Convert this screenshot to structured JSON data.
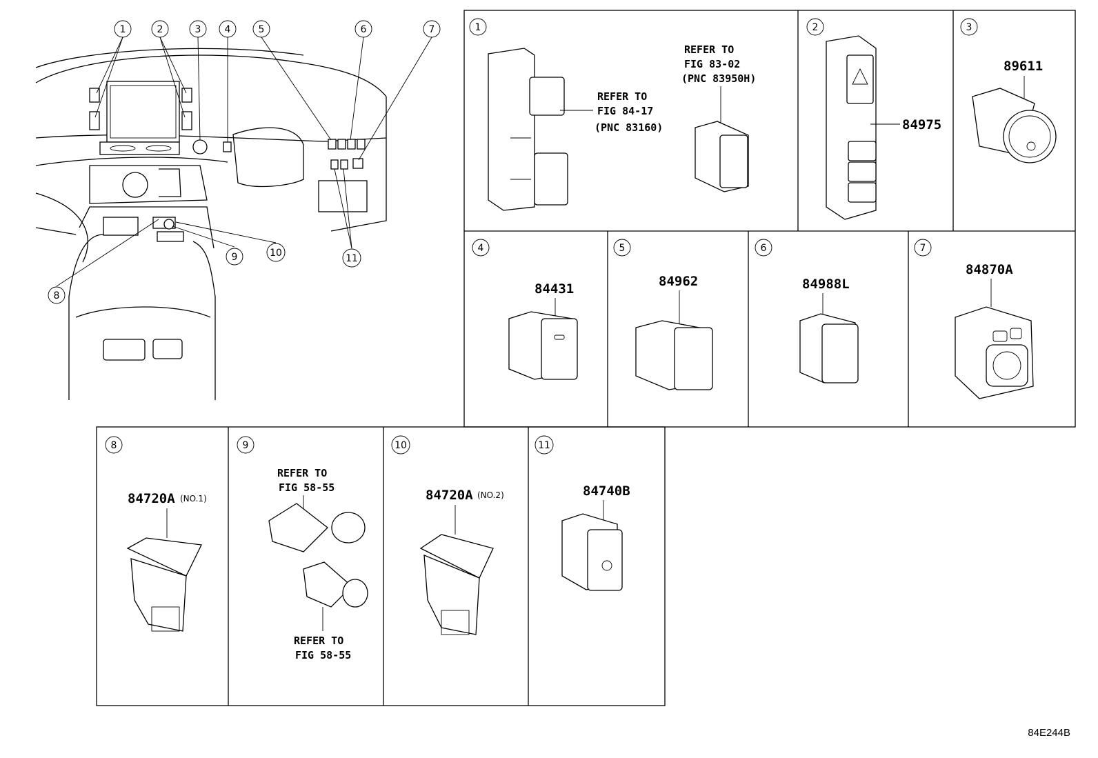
{
  "overview_callouts": [
    "1",
    "2",
    "3",
    "4",
    "5",
    "6",
    "7",
    "8",
    "9",
    "10",
    "11"
  ],
  "panels": [
    {
      "id": "1",
      "refs": [
        {
          "lines": [
            "REFER TO",
            "FIG 84-17",
            "(PNC 83160)"
          ]
        },
        {
          "lines": [
            "REFER TO",
            "FIG 83-02",
            "(PNC 83950H)"
          ]
        }
      ]
    },
    {
      "id": "2",
      "part": "84975"
    },
    {
      "id": "3",
      "part": "89611"
    },
    {
      "id": "4",
      "part": "84431"
    },
    {
      "id": "5",
      "part": "84962"
    },
    {
      "id": "6",
      "part": "84988L"
    },
    {
      "id": "7",
      "part": "84870A"
    },
    {
      "id": "8",
      "part": "84720A",
      "suffix": "(NO.1)"
    },
    {
      "id": "9",
      "refs": [
        {
          "lines": [
            "REFER TO",
            "FIG 58-55"
          ]
        },
        {
          "lines": [
            "REFER TO",
            "FIG 58-55"
          ]
        }
      ]
    },
    {
      "id": "10",
      "part": "84720A",
      "suffix": "(NO.2)"
    },
    {
      "id": "11",
      "part": "84740B"
    }
  ],
  "footer_code": "84E244B"
}
